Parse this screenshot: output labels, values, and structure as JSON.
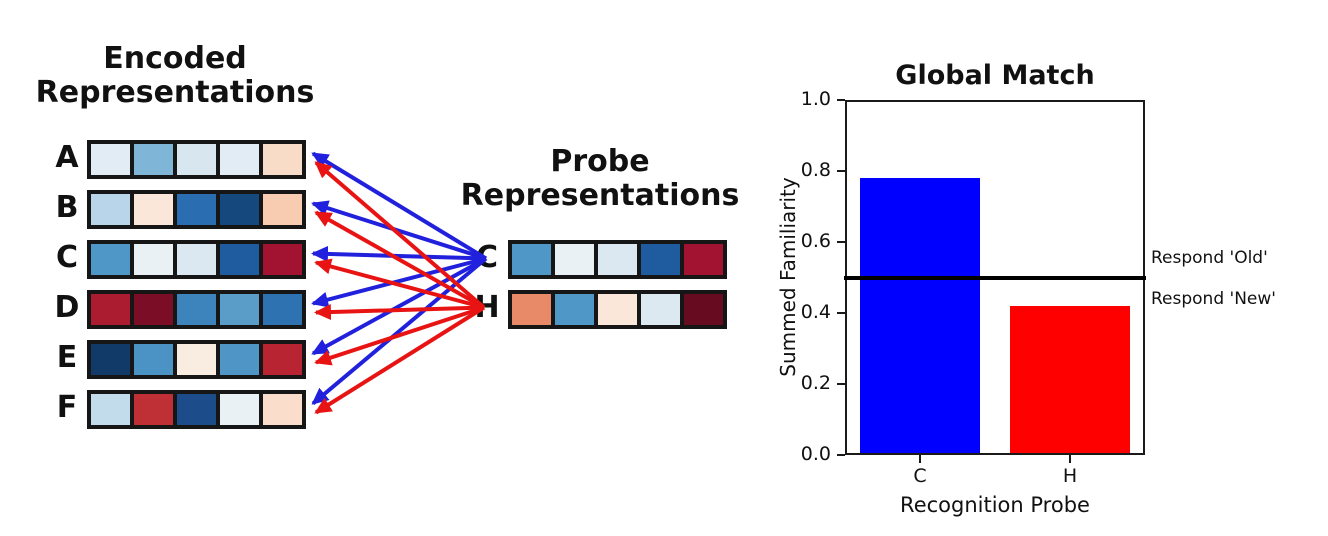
{
  "encoded_panel": {
    "title": "Encoded\nRepresentations",
    "rows": [
      {
        "label": "A",
        "cells": [
          "#e2ecf4",
          "#7fb6d8",
          "#d8e6f0",
          "#e2ecf4",
          "#f9dcc7"
        ]
      },
      {
        "label": "B",
        "cells": [
          "#b9d5e9",
          "#fae7d9",
          "#2b6db1",
          "#15487c",
          "#f8ccb0"
        ]
      },
      {
        "label": "C",
        "cells": [
          "#4f97c6",
          "#eaf1f5",
          "#dce8f1",
          "#1f5c9f",
          "#a11330"
        ]
      },
      {
        "label": "D",
        "cells": [
          "#ab1c30",
          "#7c0d26",
          "#3d84bc",
          "#5b9dc9",
          "#2f72b2"
        ]
      },
      {
        "label": "E",
        "cells": [
          "#113a68",
          "#4b93c4",
          "#f9ece1",
          "#4f96c6",
          "#b92433"
        ]
      },
      {
        "label": "F",
        "cells": [
          "#c3dcec",
          "#bf3036",
          "#1c4c8a",
          "#eaf1f5",
          "#fadecb"
        ]
      }
    ]
  },
  "probe_panel": {
    "title": "Probe\nRepresentations",
    "rows": [
      {
        "label": "C",
        "cells": [
          "#4f97c6",
          "#eaf1f5",
          "#dce8f1",
          "#1f5c9f",
          "#a11330"
        ]
      },
      {
        "label": "H",
        "cells": [
          "#e88a68",
          "#4f97c6",
          "#fae7da",
          "#dde9f1",
          "#670c20"
        ]
      }
    ]
  },
  "arrows": {
    "sets": [
      {
        "from": "C",
        "color": "#2121dd",
        "targets": [
          "A",
          "B",
          "C",
          "D",
          "E",
          "F"
        ]
      },
      {
        "from": "H",
        "color": "#e81414",
        "targets": [
          "A",
          "B",
          "C",
          "D",
          "E",
          "F"
        ]
      }
    ]
  },
  "chart_data": {
    "type": "bar",
    "title": "Global Match",
    "categories": [
      "C",
      "H"
    ],
    "values": [
      0.78,
      0.42
    ],
    "bar_colors": [
      "#0000ff",
      "#ff0000"
    ],
    "xlabel": "Recognition Probe",
    "ylabel": "Summed Familiarity",
    "ylim": [
      0.0,
      1.0
    ],
    "yticks": [
      "0.0",
      "0.2",
      "0.4",
      "0.6",
      "0.8",
      "1.0"
    ],
    "grid": false,
    "threshold": {
      "value": 0.5,
      "color": "#000000",
      "above_label": "Respond 'Old'",
      "below_label": "Respond 'New'"
    }
  }
}
